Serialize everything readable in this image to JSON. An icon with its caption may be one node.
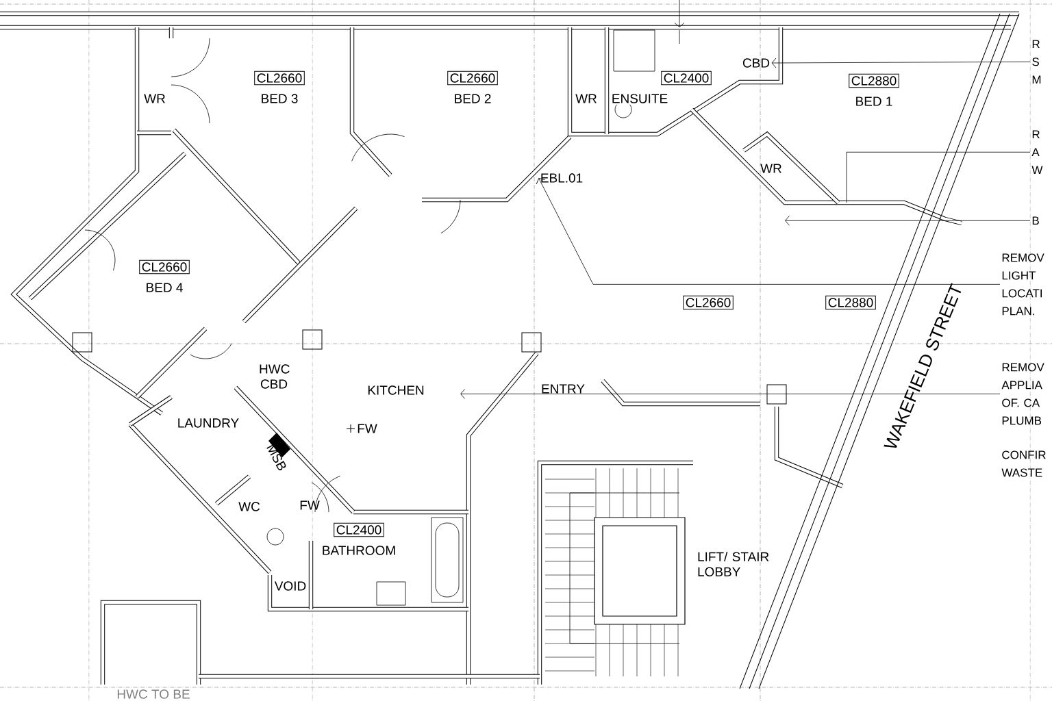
{
  "diagram": {
    "nodes": [
      {
        "text": [
          "CL2660"
        ],
        "beside": [
          "BED 3"
        ]
      },
      {
        "text": [
          "CL2660"
        ],
        "beside": [
          "BED 2"
        ]
      },
      {
        "text": [
          "CL2400"
        ],
        "beside": [
          "ENSUITE"
        ]
      },
      {
        "text": [
          "CL2880"
        ],
        "beside": [
          "BED 1"
        ]
      },
      {
        "text": [
          "CL2660"
        ],
        "beside": [
          "BED 4"
        ]
      },
      {
        "text": [
          "CL2660"
        ]
      },
      {
        "text": [
          "CL2880"
        ]
      },
      {
        "text": [
          "CL2400"
        ],
        "beside": [
          "BATHROOM"
        ]
      },
      {
        "text": [
          "R S M"
        ]
      },
      {
        "text": [
          "R A W"
        ]
      },
      {
        "text": [
          "B"
        ]
      },
      {
        "text": [
          "REMOV LIGHT LOCATI PLAN."
        ]
      },
      {
        "text": [
          "REMOV APPLIA OF. CA PLUMB"
        ]
      },
      {
        "text": [
          "CONFIR WASTE"
        ]
      },
      {
        "text": [
          "CBD"
        ]
      },
      {
        "text": [
          "EBL.01"
        ]
      }
    ],
    "edges": [
      {
        "from": 8,
        "to": 14,
        "arrow": "to"
      },
      {
        "from": 9,
        "to": null,
        "arrow": "none"
      },
      {
        "from": 10,
        "to": null,
        "arrow": "to"
      },
      {
        "from": 11,
        "to": 15,
        "arrow": "to"
      },
      {
        "from": 12,
        "to": null,
        "arrow": "to"
      }
    ],
    "labels": [
      "WR",
      "WR",
      "WR",
      "HWC CBD",
      "KITCHEN",
      "FW",
      "LAUNDRY",
      "MSB",
      "WC",
      "FW",
      "VOID",
      "ENTRY",
      "LIFT/ STAIR LOBBY",
      "WAKEFIELD STREET",
      "HWC TO BE"
    ]
  }
}
